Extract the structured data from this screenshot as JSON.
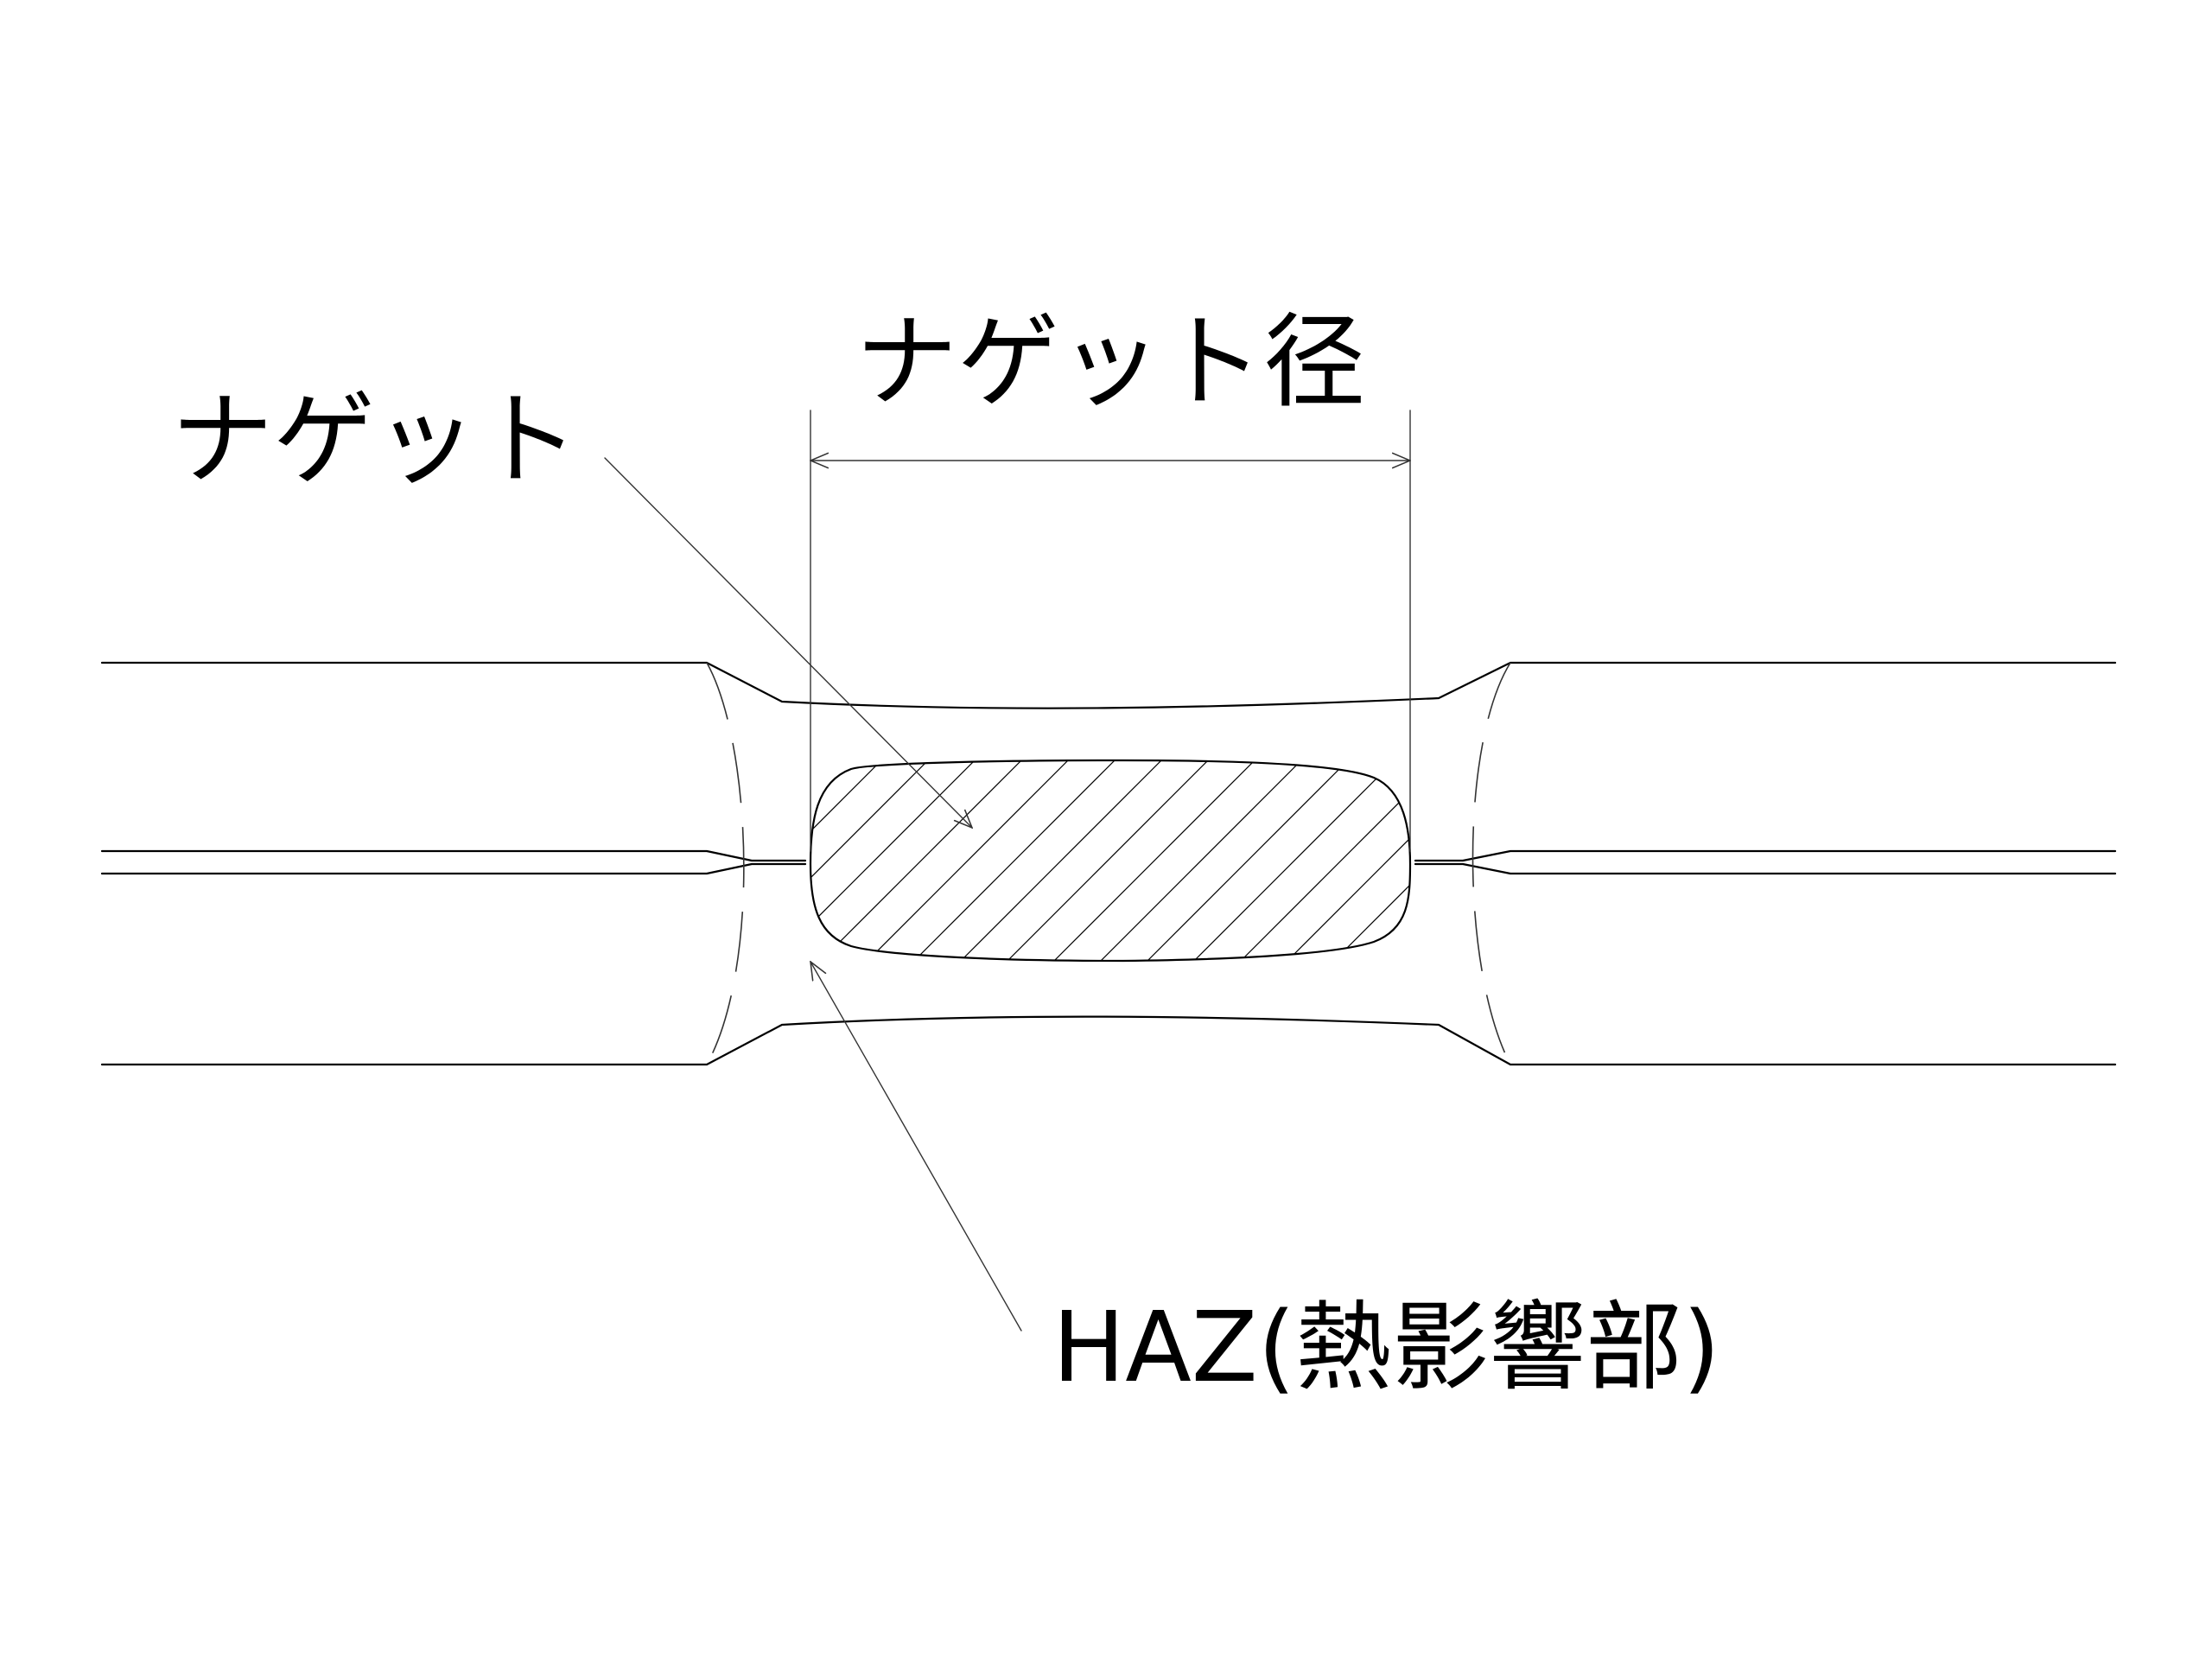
{
  "diagram": {
    "labels": {
      "nugget": "ナゲット",
      "nugget_diameter": "ナゲット径",
      "haz": "HAZ(熱影響部)"
    }
  }
}
